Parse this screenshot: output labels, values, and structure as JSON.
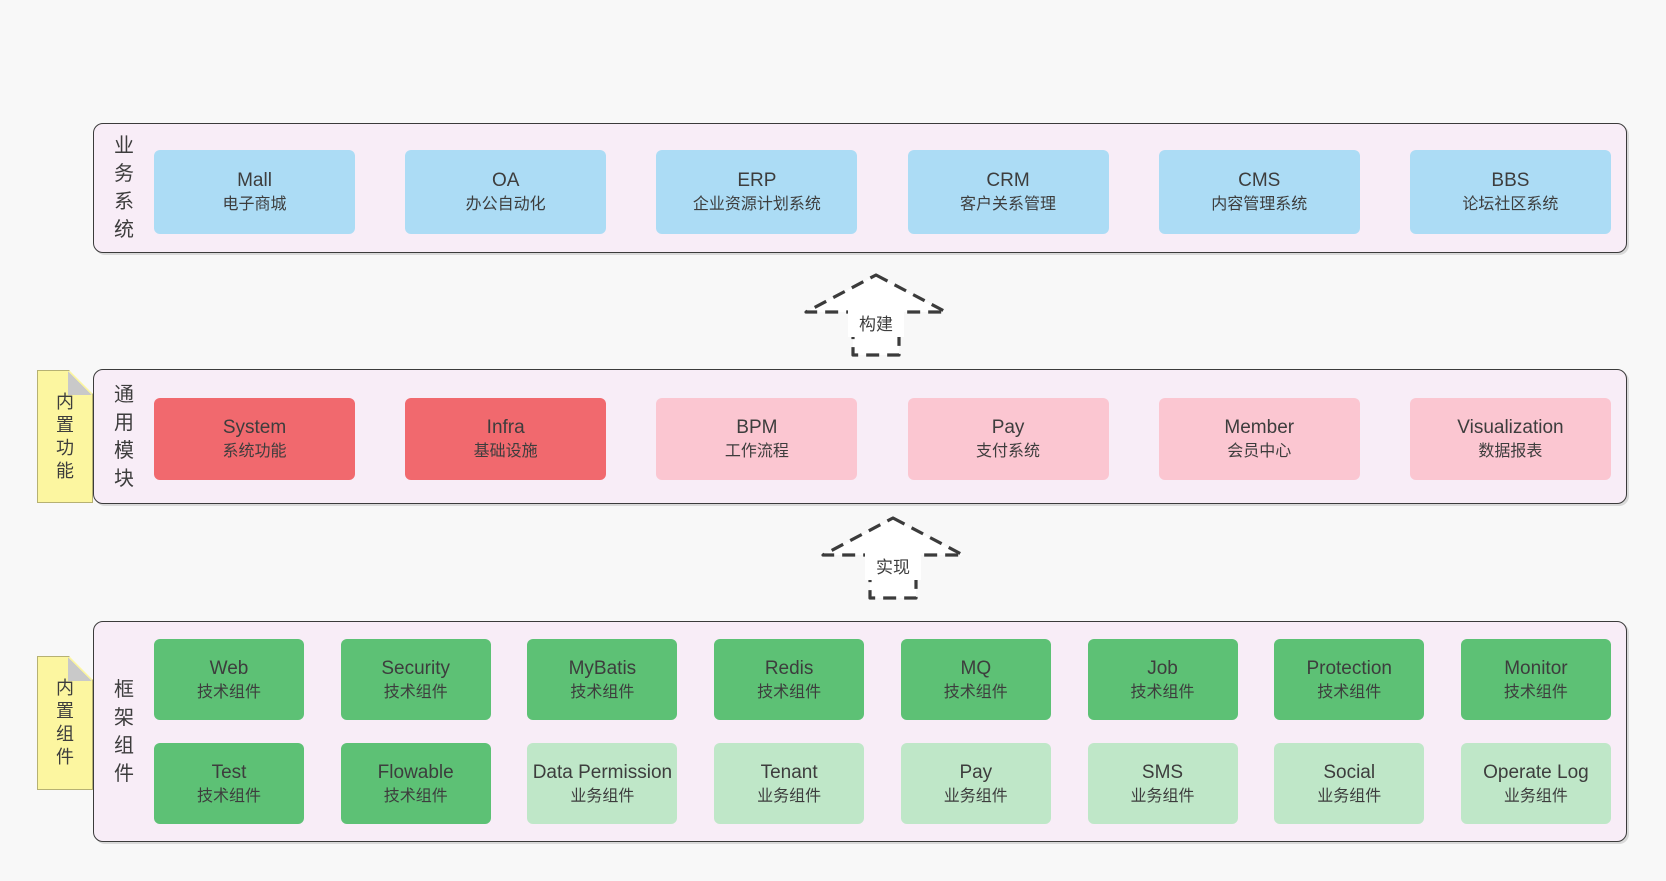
{
  "diagram": {
    "bands": [
      {
        "label": "业务系统",
        "boxes": [
          {
            "name": "Mall",
            "desc": "电子商城"
          },
          {
            "name": "OA",
            "desc": "办公自动化"
          },
          {
            "name": "ERP",
            "desc": "企业资源计划系统"
          },
          {
            "name": "CRM",
            "desc": "客户关系管理"
          },
          {
            "name": "CMS",
            "desc": "内容管理系统"
          },
          {
            "name": "BBS",
            "desc": "论坛社区系统"
          }
        ]
      },
      {
        "label": "通用模块",
        "sticky_note": "内置功能",
        "boxes": [
          {
            "name": "System",
            "desc": "系统功能"
          },
          {
            "name": "Infra",
            "desc": "基础设施"
          },
          {
            "name": "BPM",
            "desc": "工作流程"
          },
          {
            "name": "Pay",
            "desc": "支付系统"
          },
          {
            "name": "Member",
            "desc": "会员中心"
          },
          {
            "name": "Visualization",
            "desc": "数据报表"
          }
        ]
      },
      {
        "label": "框架组件",
        "sticky_note": "内置组件",
        "rows": [
          [
            {
              "name": "Web",
              "desc": "技术组件"
            },
            {
              "name": "Security",
              "desc": "技术组件"
            },
            {
              "name": "MyBatis",
              "desc": "技术组件"
            },
            {
              "name": "Redis",
              "desc": "技术组件"
            },
            {
              "name": "MQ",
              "desc": "技术组件"
            },
            {
              "name": "Job",
              "desc": "技术组件"
            },
            {
              "name": "Protection",
              "desc": "技术组件"
            },
            {
              "name": "Monitor",
              "desc": "技术组件"
            }
          ],
          [
            {
              "name": "Test",
              "desc": "技术组件"
            },
            {
              "name": "Flowable",
              "desc": "技术组件"
            },
            {
              "name": "Data Permission",
              "desc": "业务组件"
            },
            {
              "name": "Tenant",
              "desc": "业务组件"
            },
            {
              "name": "Pay",
              "desc": "业务组件"
            },
            {
              "name": "SMS",
              "desc": "业务组件"
            },
            {
              "name": "Social",
              "desc": "业务组件"
            },
            {
              "name": "Operate Log",
              "desc": "业务组件"
            }
          ]
        ]
      }
    ],
    "arrows": [
      {
        "label": "构建"
      },
      {
        "label": "实现"
      }
    ],
    "colors": {
      "page_bg": "#f8f8f8",
      "band_bg": "#f8edf7",
      "band_border": "#3b3b3b",
      "blue": "#acdcf5",
      "red": "#f1696e",
      "pink": "#fbc6d1",
      "green_dark": "#5dc175",
      "green_light": "#bfe7c8",
      "sticky_yellow": "#fcf6a0",
      "fold_gray": "#c9c9c9",
      "arrow_stroke": "#3b3b3b",
      "text": "#3d3d3d"
    }
  }
}
